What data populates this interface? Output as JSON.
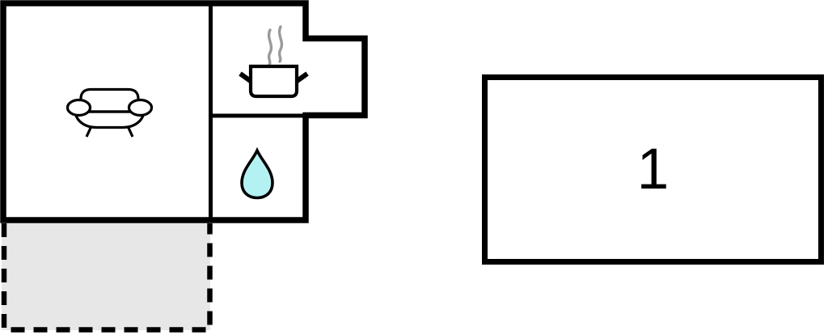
{
  "floor_plan": {
    "bedroom": {
      "label": "1"
    },
    "icons": [
      {
        "name": "sofa-icon",
        "meaning": "living-room"
      },
      {
        "name": "cooking-pot-icon",
        "meaning": "kitchen"
      },
      {
        "name": "water-drop-icon",
        "meaning": "bathroom"
      },
      {
        "name": "terrace-area",
        "meaning": "terrace-outdoor-area"
      }
    ]
  },
  "colors": {
    "wall": "#000000",
    "icon_stroke": "#000000",
    "terrace_fill": "#e7e7e7",
    "terrace_border": "#000000",
    "water_drop_fill": "#b4f1f3",
    "steam": "#9a9a9a",
    "room_fill": "#ffffff"
  }
}
